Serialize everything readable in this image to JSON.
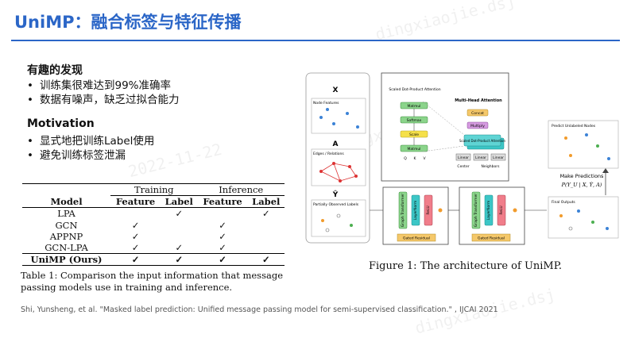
{
  "slide": {
    "title": "UniMP：融合标签与特征传播"
  },
  "findings": {
    "heading": "有趣的发现",
    "bullets": [
      "训练集很难达到99%准确率",
      "数据有噪声，缺乏过拟合能力"
    ]
  },
  "motivation": {
    "heading": "Motivation",
    "bullets": [
      "显式地把训练Label使用",
      "避免训练标签泄漏"
    ]
  },
  "table": {
    "group_headers": [
      "Training",
      "Inference"
    ],
    "columns": [
      "Model",
      "Feature",
      "Label",
      "Feature",
      "Label"
    ],
    "check": "✓",
    "rows": [
      {
        "model": "LPA",
        "cells": [
          false,
          true,
          false,
          true
        ]
      },
      {
        "model": "GCN",
        "cells": [
          true,
          false,
          true,
          false
        ]
      },
      {
        "model": "APPNP",
        "cells": [
          true,
          false,
          true,
          false
        ]
      },
      {
        "model": "GCN-LPA",
        "cells": [
          true,
          true,
          true,
          false
        ]
      },
      {
        "model": "UniMP (Ours)",
        "cells": [
          true,
          true,
          true,
          true
        ]
      }
    ],
    "caption": "Table 1: Comparison the input information that message passing models use in training and inference."
  },
  "figure": {
    "caption": "Figure 1: The architecture of UniMP.",
    "labels": {
      "x": "X",
      "node_features": "Node Features",
      "a": "A",
      "edges": "Edges / Relations",
      "y_hat": "Ŷ",
      "partially_observed": "Partially Observed Labels",
      "scaled_dot": "Scaled Dot-Product Attention",
      "matmul": "Matmul",
      "scale": "Scale",
      "softmax": "Softmax",
      "q": "Q",
      "k": "K",
      "v": "V",
      "mha": "Multi-Head Attention",
      "concat": "Concat",
      "multiply": "Multiply",
      "sdpa_box": "Scaled Dot-Product Attention",
      "linear": "Linear",
      "center": "Center",
      "neighbors": "Neighbors",
      "graph_transformer": "Graph Transformer",
      "layernorm": "LayerNorm",
      "relu": "ReLU",
      "gated_residual": "Gated Residual",
      "make_predictions": "Make Predictions",
      "formula": "P(Y_U | X, Ŷ, A)",
      "predict_unlabeled": "Predict Unlabeled Nodes",
      "final_outputs": "Final Outputs"
    }
  },
  "citation": "Shi, Yunsheng, et al.  \"Masked label prediction: Unified message passing model for semi-supervised classification.\" , IJCAI 2021",
  "watermarks": [
    "dingxiaojie.dsj",
    "2022-11-22"
  ]
}
